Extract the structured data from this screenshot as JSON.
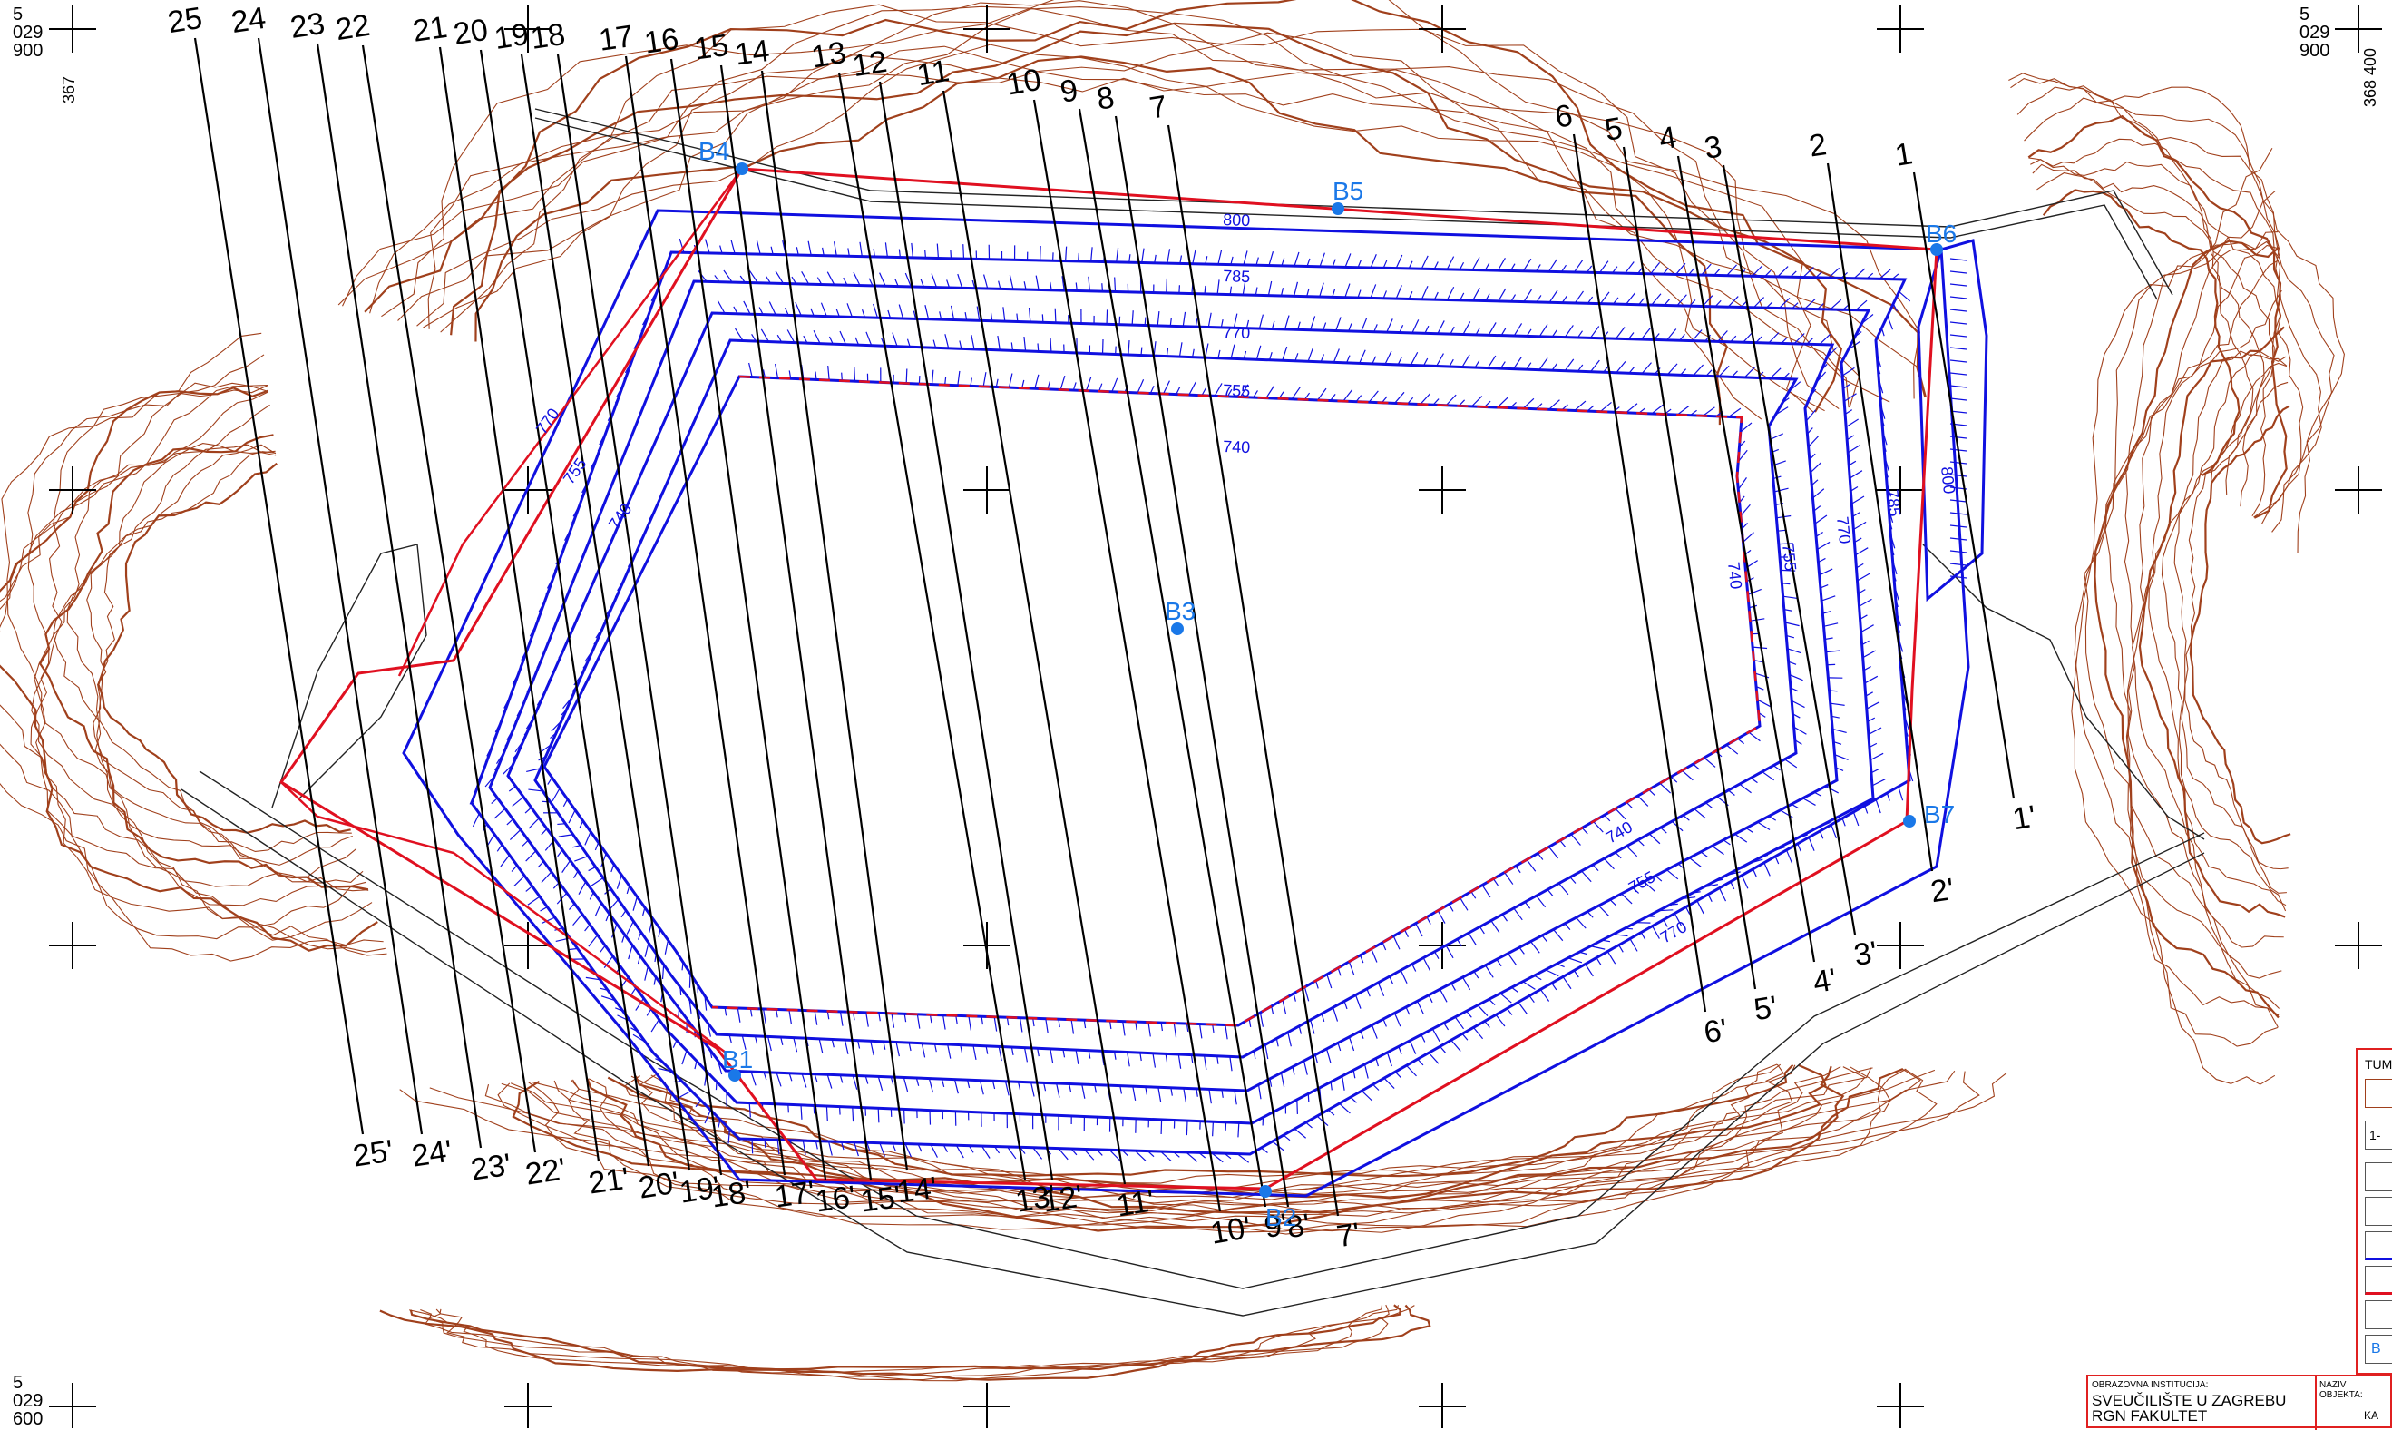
{
  "corner_labels": {
    "top_left": {
      "lines": [
        "5",
        "029",
        "900"
      ],
      "vertical": "367"
    },
    "top_right": {
      "lines": [
        "5",
        "029",
        "900"
      ],
      "vertical": "368 400"
    },
    "bottom_left": {
      "lines": [
        "5",
        "029",
        "600"
      ]
    }
  },
  "benchmarks": [
    {
      "id": "B1",
      "label": "B1"
    },
    {
      "id": "B2",
      "label": "B2"
    },
    {
      "id": "B3",
      "label": "B3"
    },
    {
      "id": "B4",
      "label": "B4"
    },
    {
      "id": "B5",
      "label": "B5"
    },
    {
      "id": "B6",
      "label": "B6"
    },
    {
      "id": "B7",
      "label": "B7"
    }
  ],
  "elevations": {
    "top": [
      "800",
      "785",
      "770",
      "755",
      "740"
    ],
    "left": [
      "770",
      "755",
      "740"
    ],
    "right": [
      "740",
      "755",
      "770",
      "785",
      "800"
    ],
    "bottom": [
      "740",
      "755",
      "770"
    ]
  },
  "profiles": [
    {
      "start": "1",
      "end": "1'"
    },
    {
      "start": "2",
      "end": "2'"
    },
    {
      "start": "3",
      "end": "3'"
    },
    {
      "start": "4",
      "end": "4'"
    },
    {
      "start": "5",
      "end": "5'"
    },
    {
      "start": "6",
      "end": "6'"
    },
    {
      "start": "7",
      "end": "7'"
    },
    {
      "start": "8",
      "end": "8'"
    },
    {
      "start": "9",
      "end": "9'"
    },
    {
      "start": "10",
      "end": "10'"
    },
    {
      "start": "11",
      "end": "11'"
    },
    {
      "start": "12",
      "end": "12'"
    },
    {
      "start": "13",
      "end": "13'"
    },
    {
      "start": "14",
      "end": "14'"
    },
    {
      "start": "15",
      "end": "15'"
    },
    {
      "start": "16",
      "end": "16'"
    },
    {
      "start": "17",
      "end": "17'"
    },
    {
      "start": "18",
      "end": "18'"
    },
    {
      "start": "19",
      "end": "19'"
    },
    {
      "start": "20",
      "end": "20'"
    },
    {
      "start": "21",
      "end": "21'"
    },
    {
      "start": "22",
      "end": "22'"
    },
    {
      "start": "23",
      "end": "23'"
    },
    {
      "start": "24",
      "end": "24'"
    },
    {
      "start": "25",
      "end": "25'"
    }
  ],
  "legend": {
    "title": "TUM",
    "sample": "1-",
    "benchmark": "B"
  },
  "title_block": {
    "institution_label": "OBRAZOVNA INSTITUCIJA:",
    "institution_lines": [
      "SVEUČILIŠTE U ZAGREBU",
      "RGN FAKULTET"
    ],
    "object_label": "NAZIV OBJEKTA:",
    "object_fragment": "KA"
  },
  "colors": {
    "contour": "#a0401c",
    "bench": "#1010e0",
    "boundary": "#e01020",
    "profile": "#000000",
    "benchmark": "#1a78e8"
  }
}
